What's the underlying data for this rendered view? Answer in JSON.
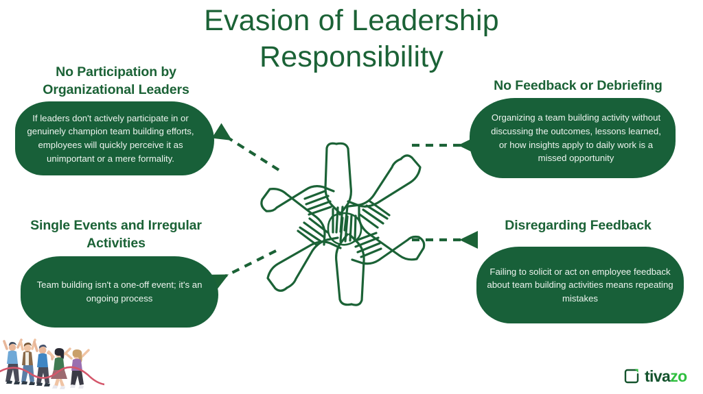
{
  "title": "Evasion of Leadership Responsibility",
  "theme": {
    "background": "#ffffff",
    "brand_green": "#1b6236",
    "card_green": "#186039",
    "card_text": "#eef4ef",
    "arrow_green": "#1b6236",
    "logo_dark": "#14532d",
    "logo_bright": "#2fbf3f",
    "ribbon_red": "#d4566a"
  },
  "cards": [
    {
      "id": "no-participation",
      "position": "top-left",
      "heading": "No Participation by Organizational Leaders",
      "body": "If leaders don't actively participate in or genuinely champion team building efforts, employees will quickly perceive it as unimportant or a mere formality."
    },
    {
      "id": "no-feedback",
      "position": "top-right",
      "heading": "No Feedback or Debriefing",
      "body": "Organizing a team building activity without discussing the outcomes, lessons learned, or how insights apply to daily work is a missed opportunity"
    },
    {
      "id": "single-events",
      "position": "bottom-left",
      "heading": "Single Events and Irregular Activities",
      "body": "Team building isn't a one-off event; it's an ongoing process"
    },
    {
      "id": "disregarding-feedback",
      "position": "bottom-right",
      "heading": "Disregarding Feedback",
      "body": "Failing to solicit or act on employee feedback about team building activities means repeating mistakes"
    }
  ],
  "center_graphic": {
    "name": "stacked-hands-teamwork-illustration",
    "style": "line-art outline",
    "hand_count": 6
  },
  "connectors": [
    {
      "name": "arrow-to-top-left",
      "direction": "up-left",
      "style": "dashed"
    },
    {
      "name": "arrow-to-top-right",
      "direction": "right",
      "style": "dashed"
    },
    {
      "name": "arrow-to-bottom-left",
      "direction": "down-left",
      "style": "dashed"
    },
    {
      "name": "arrow-to-bottom-right",
      "direction": "right",
      "style": "dashed"
    }
  ],
  "decoration": {
    "name": "celebrating-people-illustration",
    "figure_count": 5,
    "description": "Five people cheering with arms raised crossing a red finish ribbon"
  },
  "logo": {
    "mark": "tivazo-bracket-mark",
    "text_dark": "tiva",
    "text_bright": "zo"
  }
}
